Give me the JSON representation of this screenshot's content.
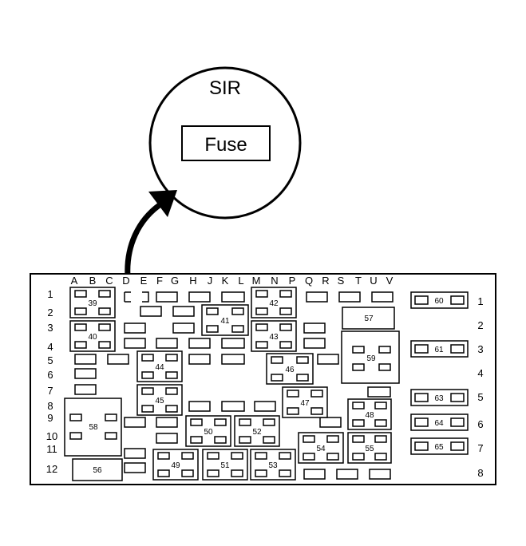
{
  "callout": {
    "title": "SIR",
    "box_label": "Fuse"
  },
  "columns": [
    "A",
    "B",
    "C",
    "D",
    "E",
    "F",
    "G",
    "H",
    "J",
    "K",
    "L",
    "M",
    "N",
    "P",
    "Q",
    "R",
    "S",
    "T",
    "U",
    "V"
  ],
  "rows_left": [
    "1",
    "2",
    "3",
    "4",
    "5",
    "6",
    "7",
    "8",
    "9",
    "10",
    "11",
    "12"
  ],
  "rows_right": [
    "1",
    "2",
    "3",
    "4",
    "5",
    "6",
    "7",
    "8"
  ],
  "relays": {
    "r39": "39",
    "r40": "40",
    "r41": "41",
    "r42": "42",
    "r43": "43",
    "r44": "44",
    "r45": "45",
    "r46": "46",
    "r47": "47",
    "r48": "48",
    "r49": "49",
    "r50": "50",
    "r51": "51",
    "r52": "52",
    "r53": "53",
    "r54": "54",
    "r55": "55",
    "r58": "58",
    "r59": "59"
  },
  "blocks": {
    "b56": "56",
    "b57": "57"
  },
  "right_fuses": {
    "f60": "60",
    "f61": "61",
    "f63": "63",
    "f64": "64",
    "f65": "65"
  }
}
